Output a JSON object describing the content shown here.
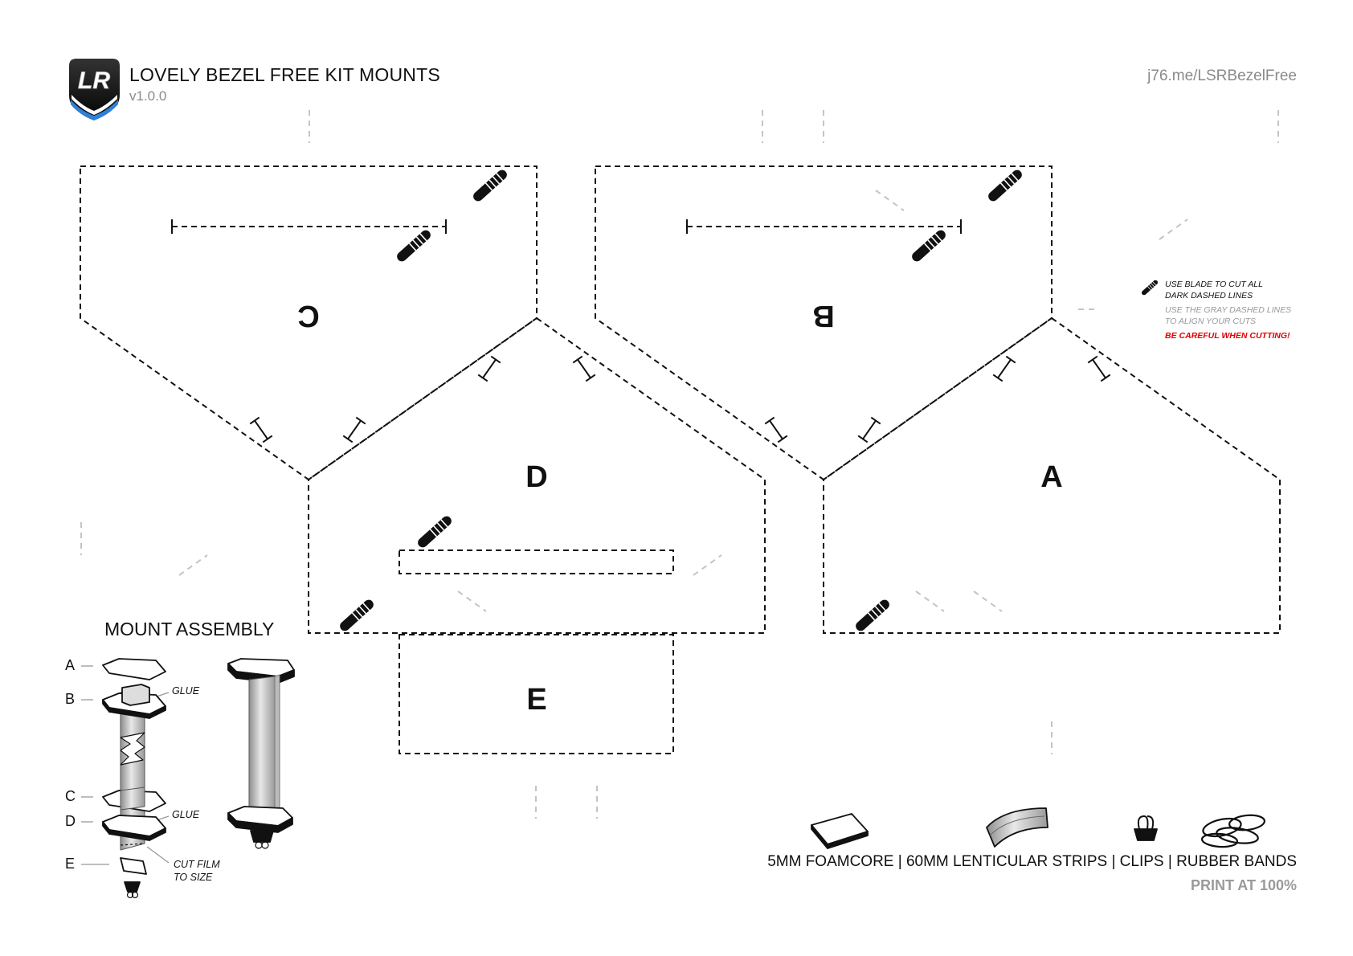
{
  "header": {
    "title": "LOVELY BEZEL FREE KIT MOUNTS",
    "version": "v1.0.0",
    "url": "j76.me/LSRBezelFree",
    "logo_text": "LR"
  },
  "pieces": {
    "a": "A",
    "b": "B",
    "c": "C",
    "d": "D",
    "e": "E"
  },
  "legend": {
    "blade_line1": "USE BLADE TO CUT ALL",
    "blade_line2": "DARK DASHED LINES",
    "gray_line1": "USE THE GRAY DASHED LINES",
    "gray_line2": "TO ALIGN YOUR CUTS",
    "warning": "BE CAREFUL WHEN CUTTING!"
  },
  "assembly": {
    "title": "MOUNT ASSEMBLY",
    "letters": [
      "A",
      "B",
      "C",
      "D",
      "E"
    ],
    "glue_1": "GLUE",
    "glue_2": "GLUE",
    "cut_film_1": "CUT FILM",
    "cut_film_2": "TO SIZE"
  },
  "footer": {
    "materials": "5MM FOAMCORE | 60MM LENTICULAR STRIPS | CLIPS | RUBBER BANDS",
    "print_note": "PRINT AT 100%"
  },
  "colors": {
    "cut_line": "#111111",
    "guide_line": "#c4c4c4",
    "warning": "#e00000",
    "logo_blue": "#2f7fd6"
  },
  "icons": [
    "blade-icon",
    "foamcore-icon",
    "lenticular-strip-icon",
    "binder-clip-icon",
    "rubber-bands-icon",
    "shield-logo-icon"
  ]
}
